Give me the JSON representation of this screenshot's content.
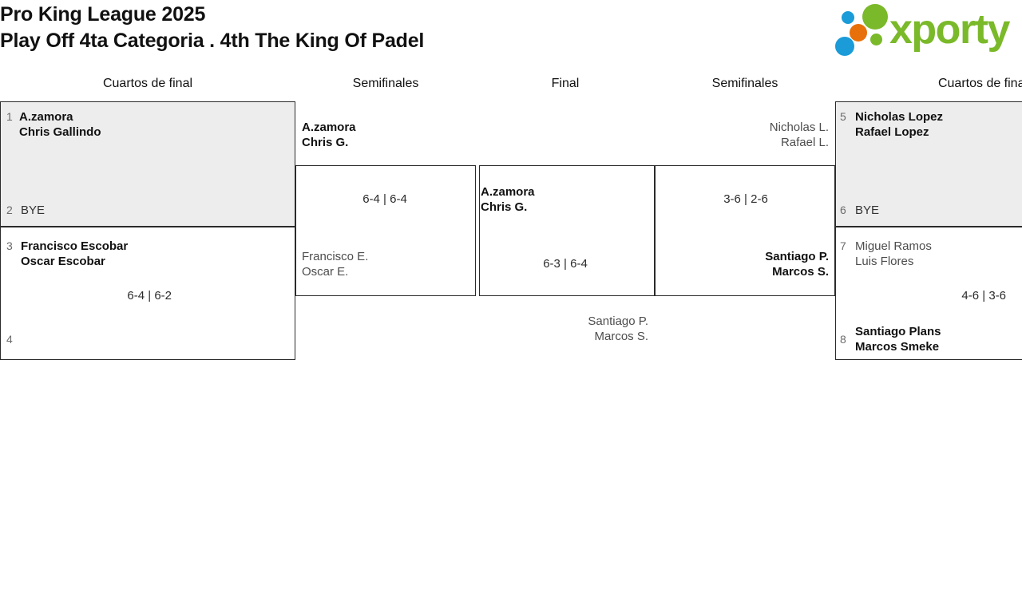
{
  "header": {
    "title_line1": "Pro King League 2025",
    "title_line2": "Play Off 4ta Categoria . 4th The King Of Padel",
    "logo_text": "xporty"
  },
  "rounds": {
    "qf_left": "Cuartos de final",
    "sf_left": "Semifinales",
    "final": "Final",
    "sf_right": "Semifinales",
    "qf_right": "Cuartos de final"
  },
  "bracket": {
    "qf1": {
      "seed_top": "1",
      "team_top_p1": "A.zamora",
      "team_top_p2": "Chris Gallindo",
      "seed_bottom": "2",
      "team_bottom_p1": "BYE",
      "score": ""
    },
    "qf2": {
      "seed_top": "3",
      "team_top_p1": "Francisco Escobar",
      "team_top_p2": "Oscar Escobar",
      "seed_bottom": "4",
      "team_bottom_p1": "",
      "score": "6-4 | 6-2"
    },
    "sf_left": {
      "winner_p1": "A.zamora",
      "winner_p2": "Chris G.",
      "loser_p1": "Francisco E.",
      "loser_p2": "Oscar E.",
      "score": "6-4 | 6-4"
    },
    "final": {
      "winner_p1": "A.zamora",
      "winner_p2": "Chris G.",
      "loser_p1": "Santiago P.",
      "loser_p2": "Marcos S.",
      "score": "6-3 | 6-4"
    },
    "sf_right": {
      "loser_p1": "Nicholas L.",
      "loser_p2": "Rafael L.",
      "winner_p1": "Santiago P.",
      "winner_p2": "Marcos S.",
      "score": "3-6 | 2-6"
    },
    "qf3": {
      "seed_top": "5",
      "team_top_p1": "Nicholas Lopez",
      "team_top_p2": "Rafael Lopez",
      "seed_bottom": "6",
      "team_bottom_p1": "BYE",
      "score": ""
    },
    "qf4": {
      "seed_top": "7",
      "team_top_p1": "Miguel Ramos",
      "team_top_p2": "Luis Flores",
      "seed_bottom": "8",
      "team_bottom_p1": "Santiago Plans",
      "team_bottom_p2": "Marcos Smeke",
      "score": "4-6 | 3-6"
    }
  },
  "colors": {
    "logo_green": "#7ab929",
    "logo_blue": "#1b9bd8",
    "logo_orange": "#e8700a",
    "box_shade": "#ededed",
    "box_border": "#2b2b2b"
  }
}
